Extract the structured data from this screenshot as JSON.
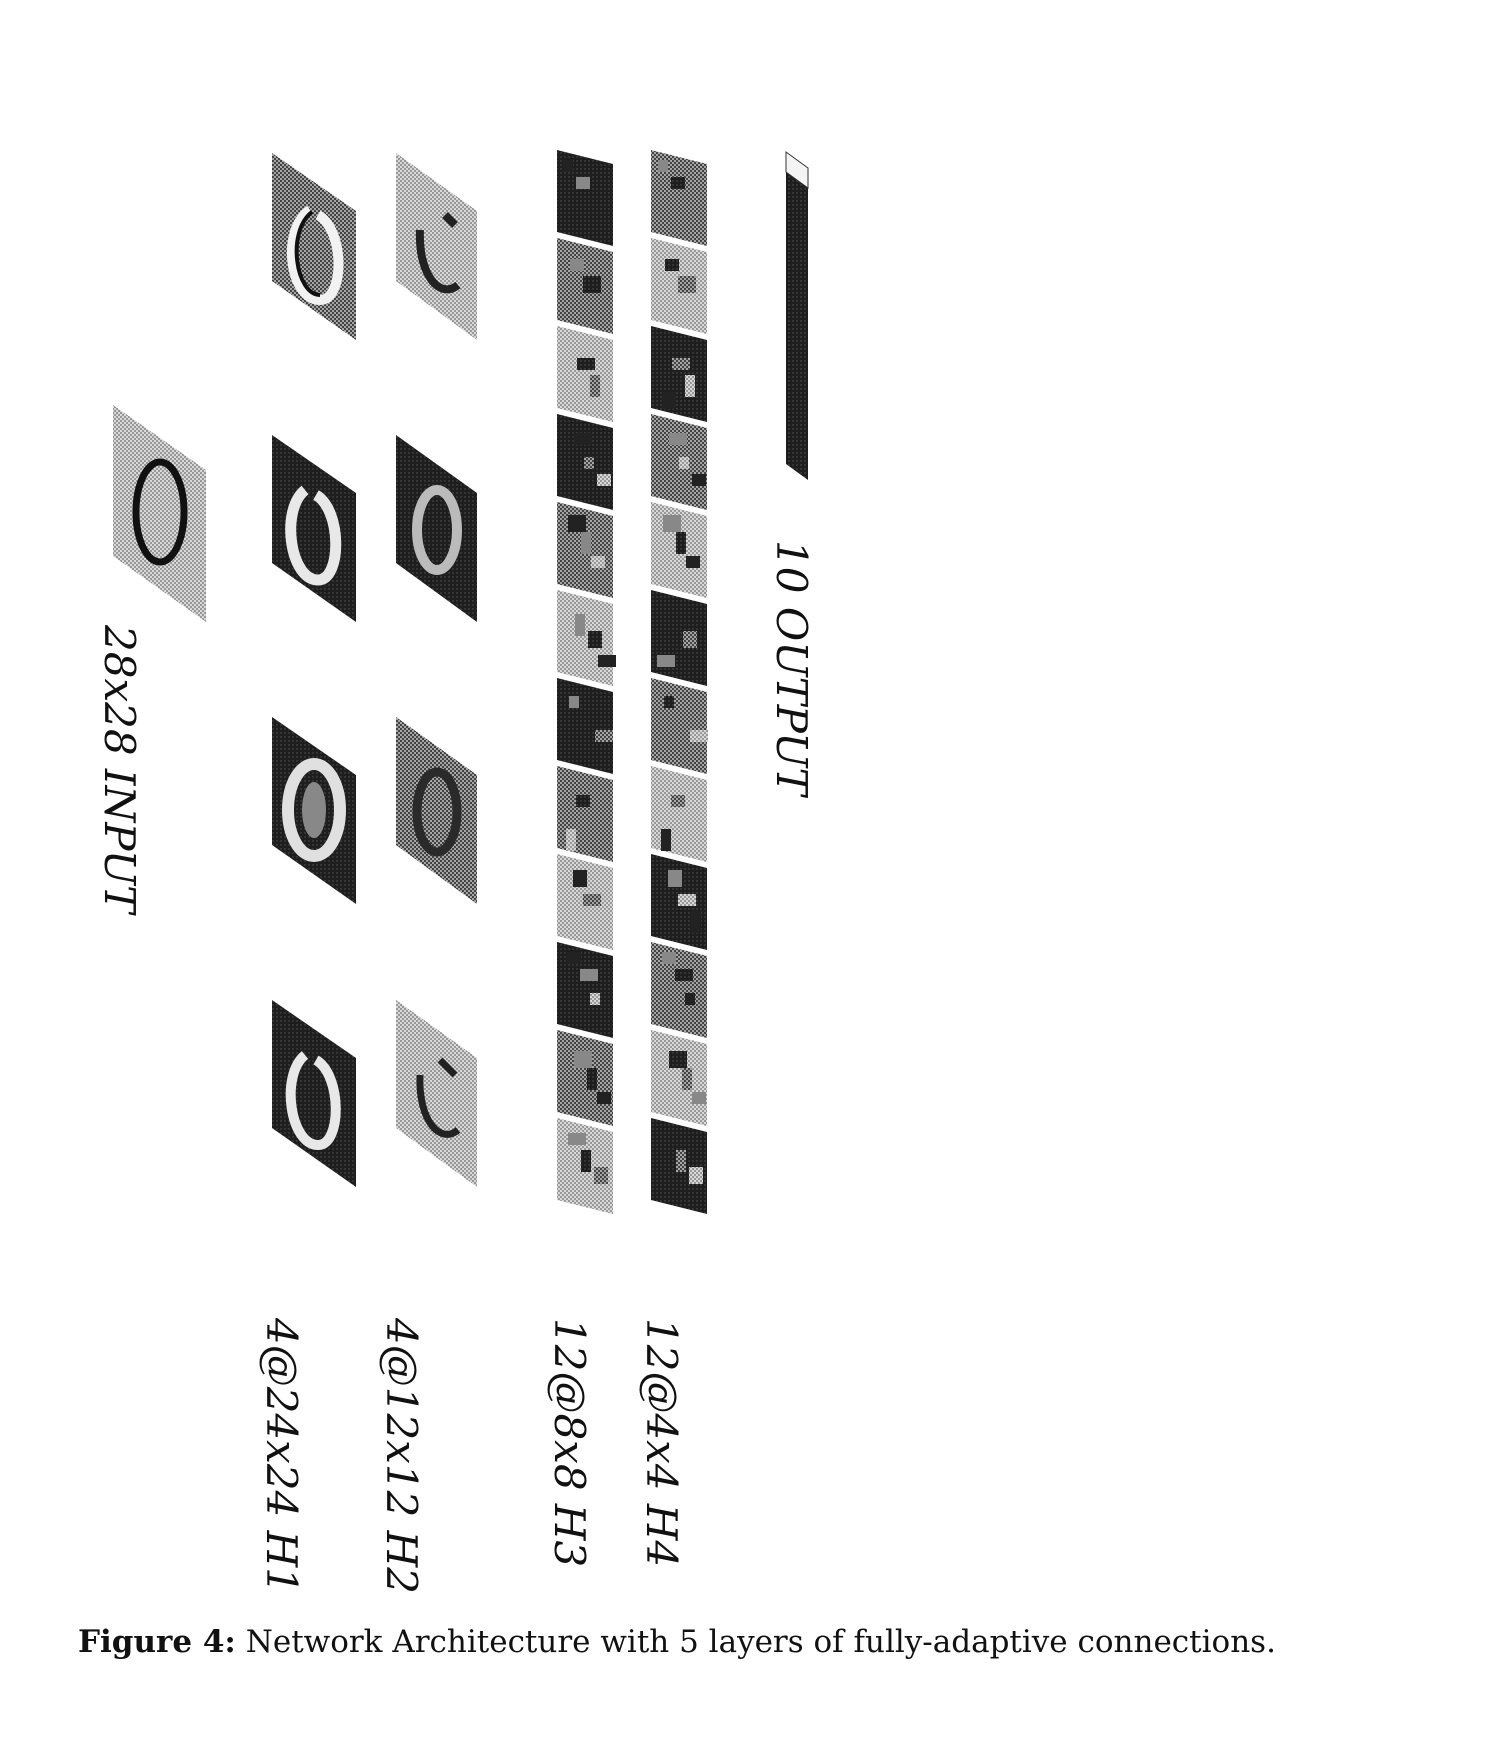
{
  "layers": [
    {
      "id": "input",
      "label": "28x28 INPUT",
      "maps": 1,
      "style": "light"
    },
    {
      "id": "h1",
      "label": "4@24x24 H1",
      "maps": 4,
      "style": "mixed"
    },
    {
      "id": "h2",
      "label": "4@12x12 H2",
      "maps": 4,
      "style": "mixed"
    },
    {
      "id": "h3",
      "label": "12@8x8 H3",
      "maps": 12,
      "style": "patch"
    },
    {
      "id": "h4",
      "label": "12@4x4 H4",
      "maps": 12,
      "style": "patch"
    },
    {
      "id": "output",
      "label": "10 OUTPUT",
      "maps": 1,
      "style": "bar"
    }
  ],
  "caption": {
    "prefix": "Figure 4:",
    "text": "Network Architecture with 5 layers of fully-adaptive connections."
  }
}
